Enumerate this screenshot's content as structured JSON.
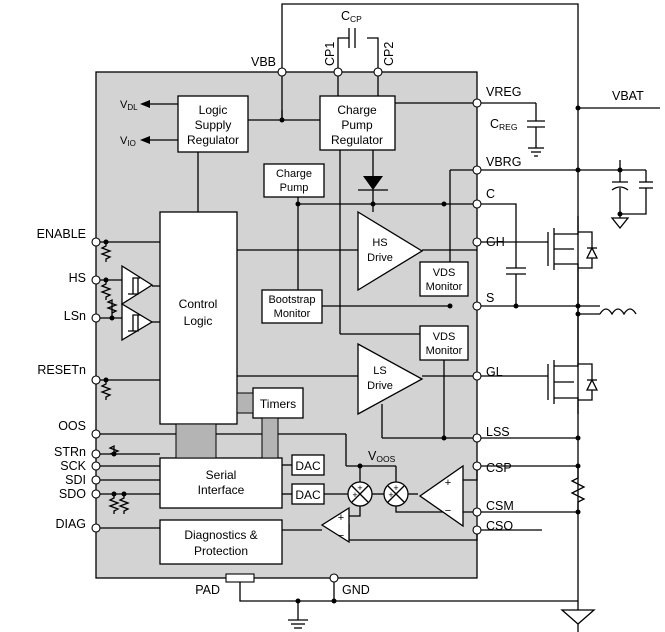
{
  "pins_left": {
    "enable": "ENABLE",
    "hs": "HS",
    "lsn": "LSn",
    "resetn": "RESETn",
    "oos": "OOS",
    "strn": "STRn",
    "sck": "SCK",
    "sdi": "SDI",
    "sdo": "SDO",
    "diag": "DIAG",
    "pad": "PAD"
  },
  "pins_right": {
    "vreg": "VREG",
    "vbrg": "VBRG",
    "c": "C",
    "gh": "GH",
    "s": "S",
    "gl": "GL",
    "lss": "LSS",
    "csp": "CSP",
    "csm": "CSM",
    "cso": "CSO",
    "gnd": "GND"
  },
  "pins_top": {
    "vbb": "VBB",
    "cp1": "CP1",
    "cp2": "CP2"
  },
  "external": {
    "vbat": "VBAT",
    "ccp_main": "C",
    "ccp_sub": "CP",
    "creg_main": "C",
    "creg_sub": "REG",
    "vdl_main": "V",
    "vdl_sub": "DL",
    "vio_main": "V",
    "vio_sub": "IO",
    "voos_main": "V",
    "voos_sub": "OOS"
  },
  "blocks": {
    "logic_supply": [
      "Logic",
      "Supply",
      "Regulator"
    ],
    "charge_pump_reg": [
      "Charge",
      "Pump",
      "Regulator"
    ],
    "charge_pump": [
      "Charge",
      "Pump"
    ],
    "control_logic": [
      "Control",
      "Logic"
    ],
    "hs_drive": [
      "HS",
      "Drive"
    ],
    "ls_drive": [
      "LS",
      "Drive"
    ],
    "vds_monitor_hs": [
      "VDS",
      "Monitor"
    ],
    "vds_monitor_ls": [
      "VDS",
      "Monitor"
    ],
    "bootstrap": [
      "Bootstrap",
      "Monitor"
    ],
    "timers": "Timers",
    "serial": [
      "Serial",
      "Interface"
    ],
    "dac1": "DAC",
    "dac2": "DAC",
    "diagnostics": [
      "Diagnostics &",
      "Protection"
    ]
  },
  "signs": {
    "plus": "+",
    "minus": "−"
  },
  "colors": {
    "ic_body": "#d3d3d3",
    "bus": "#b4b4b4",
    "wire": "#000000"
  }
}
